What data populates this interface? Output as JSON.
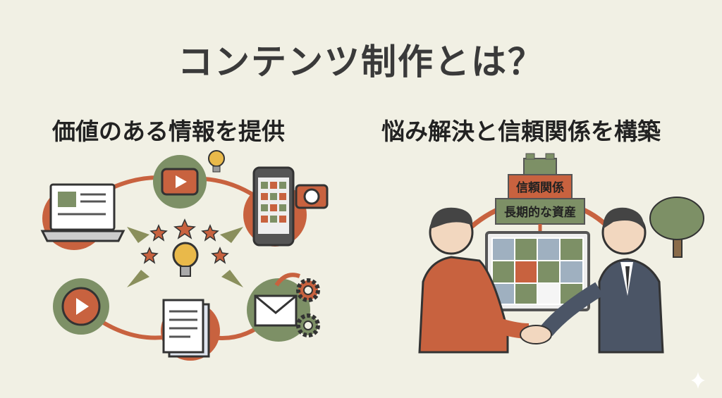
{
  "title": "コンテンツ制作とは？",
  "left": {
    "heading": "価値のある情報を提供"
  },
  "right": {
    "heading": "悩み解決と信頼関係を構築",
    "blocks": {
      "top": "信頼関係",
      "bottom": "長期的な資産"
    }
  },
  "colors": {
    "background": "#f1f0e4",
    "orange": "#c8623f",
    "green": "#7d9066",
    "text": "#3a3a3a"
  }
}
